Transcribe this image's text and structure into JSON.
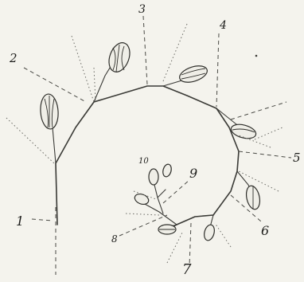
{
  "figure": {
    "labels": {
      "n1": "1",
      "n2": "2",
      "n3": "3",
      "n4": "4",
      "n5": "5",
      "n6": "6",
      "n7": "7",
      "n8": "8",
      "n9": "9",
      "n10": "10"
    },
    "colors": {
      "paper": "#f4f3ed",
      "ink": "#2e2e2a"
    }
  }
}
